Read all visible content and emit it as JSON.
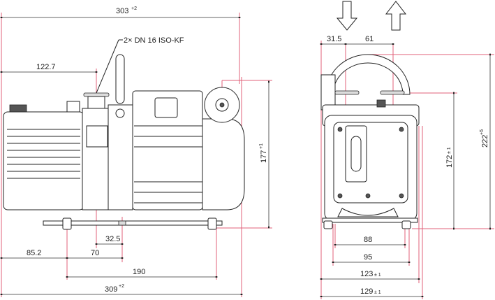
{
  "drawing": {
    "port_label": "2× DN 16 ISO-KF",
    "side_view": {
      "overall_length": {
        "value": "303",
        "tol": "+2"
      },
      "flange_offset": "122.7",
      "height": {
        "value": "177",
        "tol": "+1"
      },
      "foot_offset_small": "32.5",
      "foot_edge": "85.2",
      "foot_to_center": "70",
      "foot_spacing": "190",
      "base_length": {
        "value": "309",
        "tol": "+2"
      }
    },
    "front_view": {
      "inlet_offset": "31.5",
      "port_spacing": "61",
      "total_height": {
        "value": "222",
        "tol": "+5"
      },
      "body_height": {
        "value": "172",
        "tol": "± 1"
      },
      "foot_inner": "88",
      "foot_outer": "95",
      "body_width": {
        "value": "123",
        "tol": "± 1"
      },
      "overall_width": {
        "value": "129",
        "tol": "± 1"
      }
    }
  }
}
